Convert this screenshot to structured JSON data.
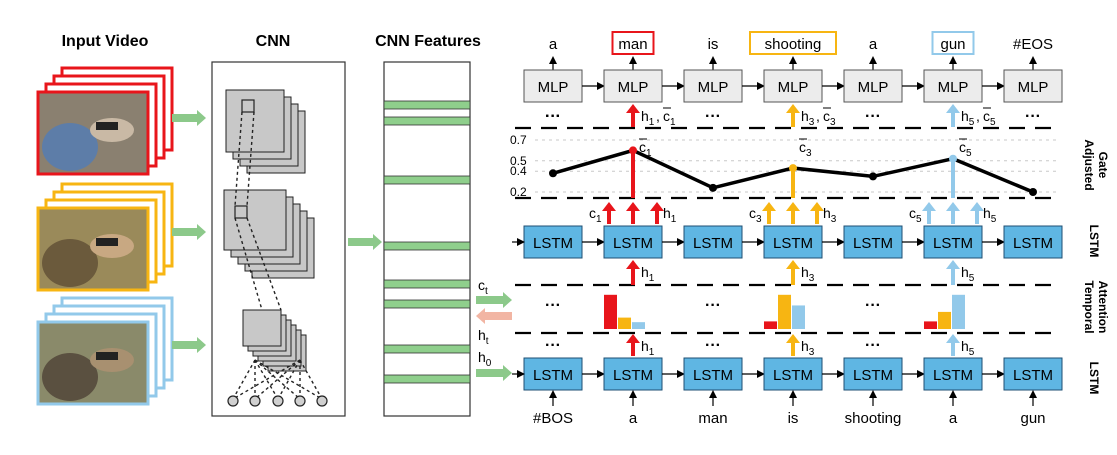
{
  "titles": {
    "input_video": "Input Video",
    "cnn": "CNN",
    "cnn_features": "CNN Features"
  },
  "colors": {
    "red": "#e8151b",
    "yellow": "#f7b512",
    "blue": "#92c9ea",
    "green_arrow": "#8cc98a",
    "salmon_arrow": "#f2b5a3",
    "lstm_fill": "#5fb6e3",
    "mlp_fill": "#ececec"
  },
  "output_words": [
    "a",
    "man",
    "is",
    "shooting",
    "a",
    "gun",
    "#EOS"
  ],
  "input_words": [
    "#BOS",
    "a",
    "man",
    "is",
    "shooting",
    "a",
    "gun"
  ],
  "mlp_label": "MLP",
  "lstm_label": "LSTM",
  "ellipsis": "···",
  "row_labels": {
    "adjusted_gate": [
      "Adjusted",
      "Gate"
    ],
    "lstm_top": "LSTM",
    "temporal_attention": [
      "Temporal",
      "Attention"
    ],
    "lstm_bottom": "LSTM"
  },
  "side_labels": {
    "ct": "c",
    "ct_sub": "t",
    "ht": "h",
    "ht_sub": "t",
    "h0": "h",
    "h0_sub": "0"
  },
  "mlp_inputs": [
    {
      "h": "1",
      "c": "1"
    },
    {
      "h": "3",
      "c": "3"
    },
    {
      "h": "5",
      "c": "5"
    }
  ],
  "gate_labels": [
    {
      "c": "1"
    },
    {
      "c": "3"
    },
    {
      "c": "5"
    }
  ],
  "gate_chart": {
    "ticks": [
      "0.7",
      "0.5",
      "0.4",
      "0.2"
    ]
  },
  "gate_values": [
    0.38,
    0.6,
    0.24,
    0.43,
    0.35,
    0.52,
    0.2
  ],
  "lstm_top_inputs": [
    {
      "c": "1",
      "h": "1"
    },
    {
      "c": "3",
      "h": "3"
    },
    {
      "c": "5",
      "h": "5"
    }
  ],
  "lstm_top_h": [
    "1",
    "3",
    "5"
  ],
  "lstm_bottom_h": [
    "1",
    "3",
    "5"
  ],
  "attention": [
    {
      "values": [
        0.9,
        0.3,
        0.18
      ]
    },
    {
      "values": [
        0.2,
        0.9,
        0.62
      ]
    },
    {
      "values": [
        0.2,
        0.45,
        0.9
      ]
    }
  ],
  "feature_stripes": 8
}
